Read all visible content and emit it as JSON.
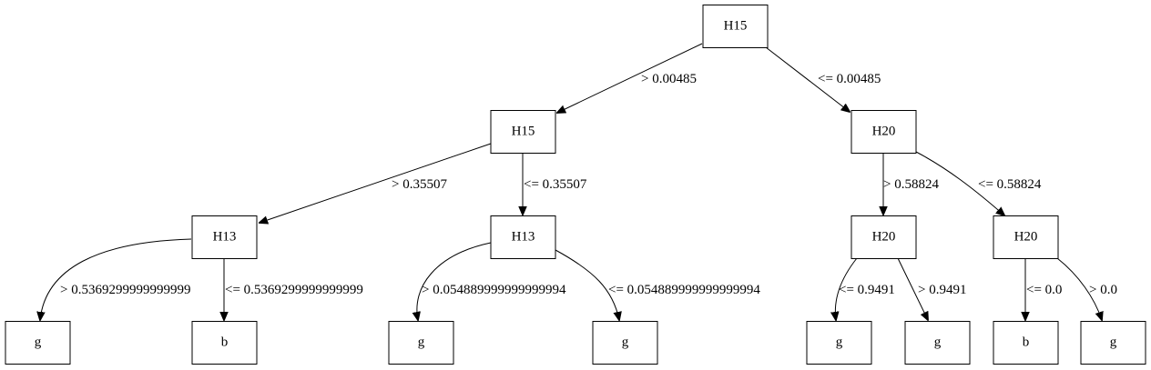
{
  "tree": {
    "nodes": [
      {
        "id": "n0",
        "label": "H15"
      },
      {
        "id": "n1",
        "label": "H15"
      },
      {
        "id": "n2",
        "label": "H20"
      },
      {
        "id": "n3",
        "label": "H13"
      },
      {
        "id": "n4",
        "label": "H13"
      },
      {
        "id": "n5",
        "label": "H20"
      },
      {
        "id": "n6",
        "label": "H20"
      },
      {
        "id": "n7",
        "label": "g"
      },
      {
        "id": "n8",
        "label": "b"
      },
      {
        "id": "n9",
        "label": "g"
      },
      {
        "id": "n10",
        "label": "g"
      },
      {
        "id": "n11",
        "label": "g"
      },
      {
        "id": "n12",
        "label": "g"
      },
      {
        "id": "n13",
        "label": "b"
      },
      {
        "id": "n14",
        "label": "g"
      }
    ],
    "edges": [
      {
        "from": "n0",
        "to": "n1",
        "label": "> 0.00485"
      },
      {
        "from": "n0",
        "to": "n2",
        "label": "<= 0.00485"
      },
      {
        "from": "n1",
        "to": "n3",
        "label": "> 0.35507"
      },
      {
        "from": "n1",
        "to": "n4",
        "label": "<= 0.35507"
      },
      {
        "from": "n2",
        "to": "n5",
        "label": "> 0.58824"
      },
      {
        "from": "n2",
        "to": "n6",
        "label": "<= 0.58824"
      },
      {
        "from": "n3",
        "to": "n7",
        "label": "> 0.5369299999999999"
      },
      {
        "from": "n3",
        "to": "n8",
        "label": "<= 0.5369299999999999"
      },
      {
        "from": "n4",
        "to": "n9",
        "label": "> 0.054889999999999994"
      },
      {
        "from": "n4",
        "to": "n10",
        "label": "<= 0.054889999999999994"
      },
      {
        "from": "n5",
        "to": "n11",
        "label": "<= 0.9491"
      },
      {
        "from": "n5",
        "to": "n12",
        "label": "> 0.9491"
      },
      {
        "from": "n6",
        "to": "n13",
        "label": "<= 0.0"
      },
      {
        "from": "n6",
        "to": "n14",
        "label": "> 0.0"
      }
    ]
  }
}
